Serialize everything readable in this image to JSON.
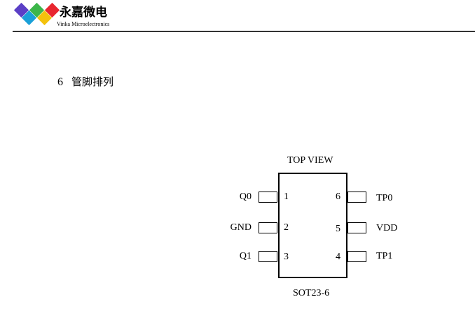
{
  "header": {
    "brand_cn": "永嘉微电",
    "brand_en": "Vinka Microelectronics",
    "colors": [
      "#5b3fc6",
      "#1aa0d8",
      "#3cb64a",
      "#f4c20d",
      "#e8262f"
    ]
  },
  "section": {
    "number": "6",
    "title": "管脚排列"
  },
  "diagram": {
    "top_label": "TOP VIEW",
    "package": "SOT23-6",
    "left_pins": [
      {
        "num": "1",
        "name": "Q0"
      },
      {
        "num": "2",
        "name": "GND"
      },
      {
        "num": "3",
        "name": "Q1"
      }
    ],
    "right_pins": [
      {
        "num": "6",
        "name": "TP0"
      },
      {
        "num": "5",
        "name": "VDD"
      },
      {
        "num": "4",
        "name": "TP1"
      }
    ]
  }
}
